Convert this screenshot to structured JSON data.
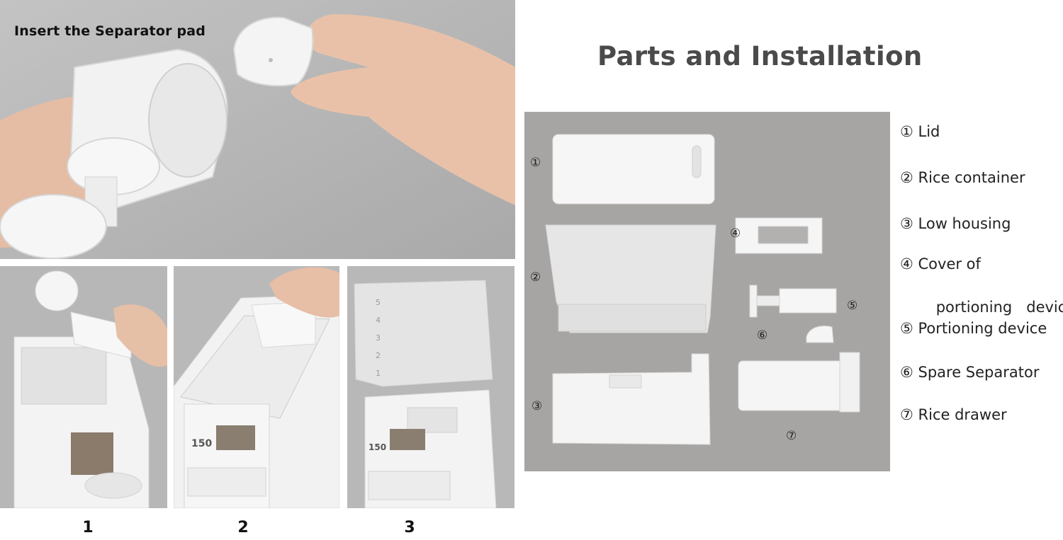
{
  "photos": {
    "hero_caption": "Insert the Separator pad",
    "steps": [
      "1",
      "2",
      "3"
    ]
  },
  "parts": {
    "heading": "Parts and Installation",
    "markers": [
      "①",
      "②",
      "③",
      "④",
      "⑤",
      "⑥",
      "⑦"
    ],
    "legend": [
      {
        "num": "①",
        "label": "Lid"
      },
      {
        "num": "②",
        "label": "Rice container"
      },
      {
        "num": "③",
        "label": "Low housing"
      },
      {
        "num": "④",
        "label": "Cover of"
      },
      {
        "num": "",
        "label": "portioning   device"
      },
      {
        "num": "⑤",
        "label": "Portioning device"
      },
      {
        "num": "⑥",
        "label": "Spare Separator"
      },
      {
        "num": "⑦",
        "label": "Rice drawer"
      }
    ],
    "container_scale": [
      "5",
      "4",
      "3",
      "2",
      "1"
    ],
    "housing_label": "150"
  },
  "colors": {
    "photo_bg": "#b9b9b9",
    "panel_bg": "#a7a5a3",
    "plastic": "#f4f4f4",
    "skin": "#e9c4ad",
    "heading": "#4a4a4a"
  }
}
